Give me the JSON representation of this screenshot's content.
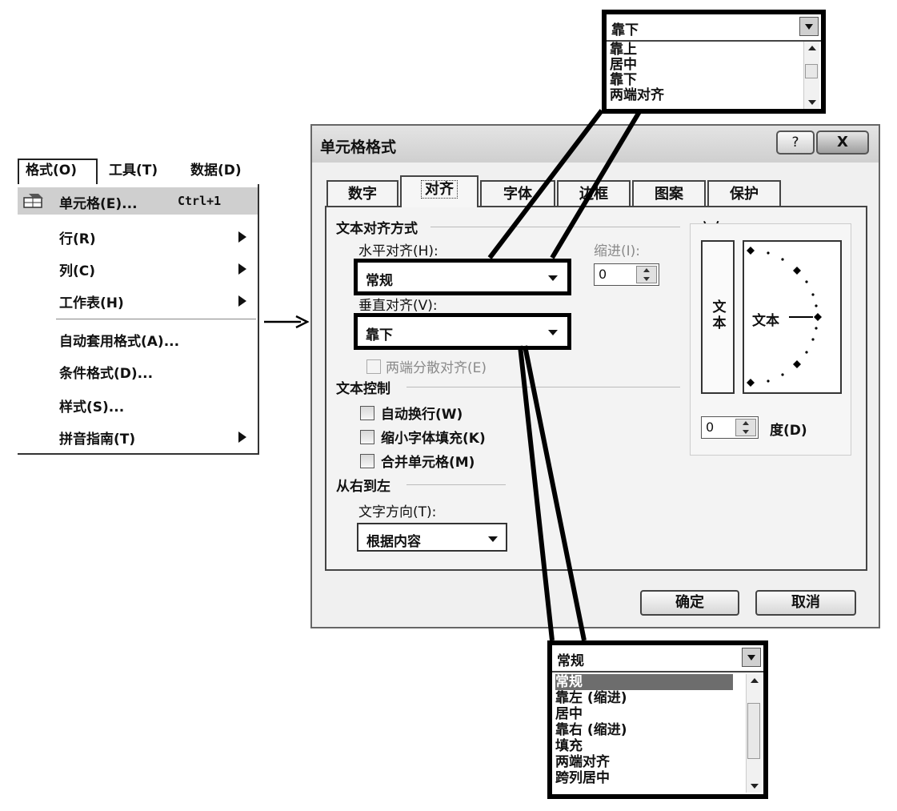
{
  "menubar": {
    "items": [
      "格式(O)",
      "工具(T)",
      "数据(D)"
    ]
  },
  "format_menu": {
    "items": [
      {
        "label": "单元格(E)...",
        "shortcut": "Ctrl+1",
        "submenu": false
      },
      {
        "label": "行(R)",
        "submenu": true
      },
      {
        "label": "列(C)",
        "submenu": true
      },
      {
        "label": "工作表(H)",
        "submenu": true
      },
      {
        "label": "自动套用格式(A)...",
        "submenu": false
      },
      {
        "label": "条件格式(D)...",
        "submenu": false
      },
      {
        "label": "样式(S)...",
        "submenu": false
      },
      {
        "label": "拼音指南(T)",
        "submenu": true
      }
    ]
  },
  "dialog": {
    "title": "单元格格式",
    "help_glyph": "?",
    "close_glyph": "X",
    "tabs": [
      "数字",
      "对齐",
      "字体",
      "边框",
      "图案",
      "保护"
    ],
    "active_tab": "对齐",
    "text_alignment": {
      "group_label": "文本对齐方式",
      "horizontal_label": "水平对齐(H):",
      "horizontal_value": "常规",
      "indent_label": "缩进(I):",
      "indent_value": "0",
      "vertical_label": "垂直对齐(V):",
      "vertical_value": "靠下",
      "justify_distributed_label": "两端分散对齐(E)"
    },
    "text_control": {
      "group_label": "文本控制",
      "wrap_text": "自动换行(W)",
      "shrink_to_fit": "缩小字体填充(K)",
      "merge_cells": "合并单元格(M)"
    },
    "right_to_left": {
      "group_label": "从右到左",
      "direction_label": "文字方向(T):",
      "direction_value": "根据内容"
    },
    "orientation": {
      "group_label": "方向",
      "vertical_text": "文本",
      "dial_text": "文本",
      "degree_value": "0",
      "degree_label": "度(D)"
    },
    "ok_label": "确定",
    "cancel_label": "取消"
  },
  "vertical_dropdown": {
    "current": "靠下",
    "options": [
      "靠上",
      "居中",
      "靠下",
      "两端对齐"
    ]
  },
  "horizontal_dropdown": {
    "current": "常规",
    "options": [
      "常规",
      "靠左 (缩进)",
      "居中",
      "靠右 (缩进)",
      "填充",
      "两端对齐",
      "跨列居中"
    ],
    "selected": "常规"
  }
}
